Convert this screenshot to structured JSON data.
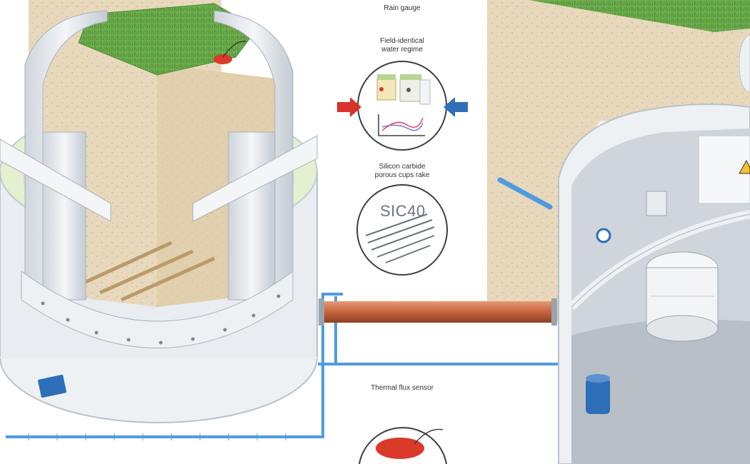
{
  "labels": {
    "rain_gauge": "Rain gauge",
    "field_identical": "Field-identical\nwater regime",
    "silicon_carbide": "Silicon carbide\nporous cups rake",
    "sic40": "SIC40",
    "thermal_flux": "Thermal flux sensor"
  },
  "colors": {
    "grass": "#6fae4f",
    "soil": "#e6d6b8",
    "concrete": "#e3e7ec",
    "pipe": "#c96a44",
    "blue_line": "#4f9be0",
    "warning": "#f2c230",
    "sensor_red": "#d93a2a"
  }
}
